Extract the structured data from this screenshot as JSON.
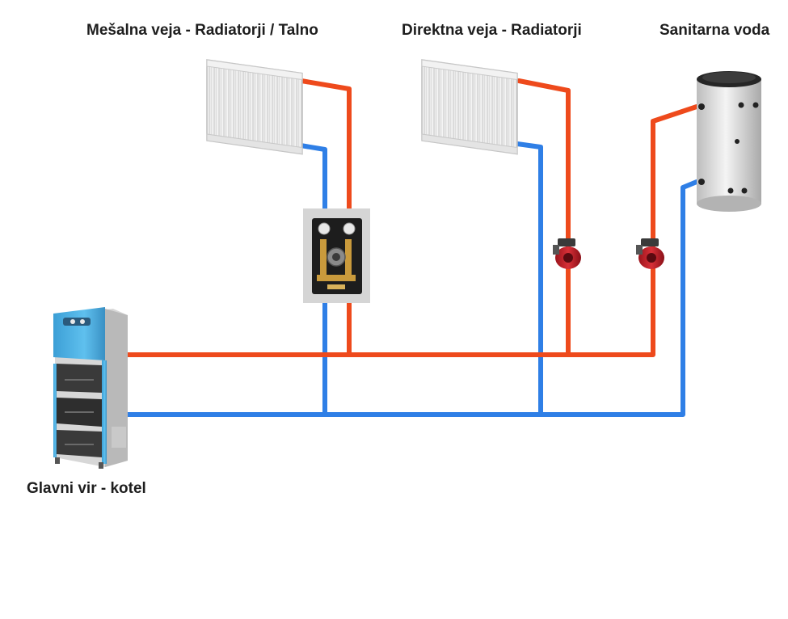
{
  "labels": {
    "mixed_branch": "Mešalna veja - Radiatorji / Talno",
    "direct_branch": "Direktna veja - Radiatorji",
    "dhw": "Sanitarna voda",
    "boiler": "Glavni vir - kotel"
  },
  "colors": {
    "supply_pipe": "#ee4a1c",
    "return_pipe": "#2f7fe6",
    "boiler_body": "#4aaee0",
    "pump": "#c8202a"
  }
}
